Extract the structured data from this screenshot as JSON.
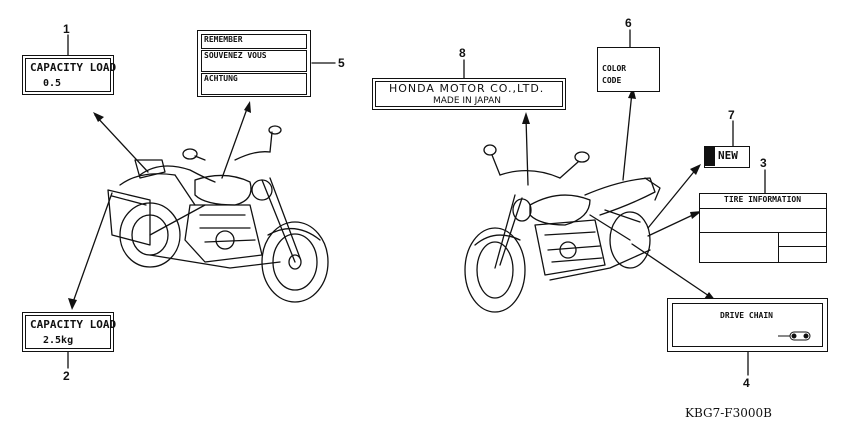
{
  "callouts": [
    "1",
    "2",
    "3",
    "4",
    "5",
    "6",
    "7",
    "8"
  ],
  "labels": {
    "capacity_top": {
      "line1": "CAPACITY LOAD",
      "line2": "0.5"
    },
    "capacity_bottom": {
      "line1": "CAPACITY LOAD",
      "line2": "2.5kg"
    },
    "remember": {
      "line1": "REMEMBER",
      "line2": "SOUVENEZ VOUS",
      "line3": "ACHTUNG"
    },
    "honda": {
      "line1": "HONDA MOTOR CO.,LTD.",
      "line2": "MADE IN JAPAN"
    },
    "color_code": {
      "line1": "COLOR",
      "line2": "CODE"
    },
    "new": {
      "text": "NEW"
    },
    "tire": {
      "title": "TIRE INFORMATION"
    },
    "drive_chain": {
      "title": "DRIVE CHAIN"
    }
  },
  "diagram_code": "KBG7-F3000B"
}
